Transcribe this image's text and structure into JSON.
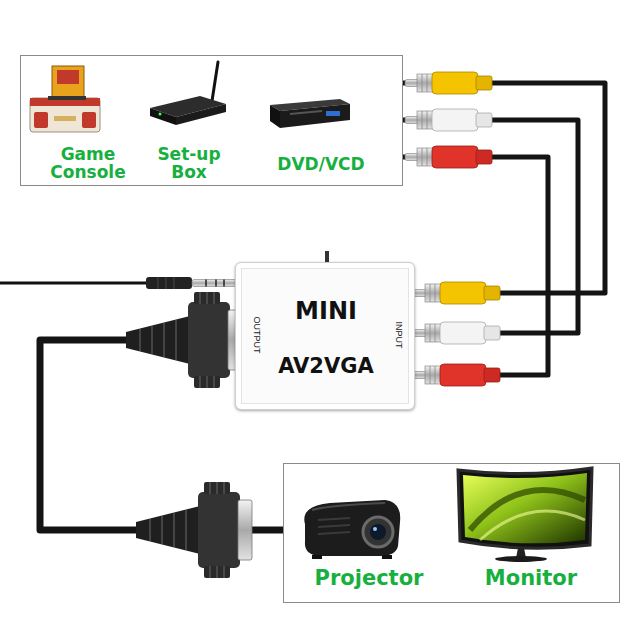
{
  "diagram": {
    "nodes": [
      {
        "text": [
          "Game Console",
          "Set-up Box",
          "DVD/VCD"
        ]
      },
      {
        "text": [
          "MINI",
          "AV2VGA",
          "OUTPUT",
          "INPUT"
        ]
      },
      {
        "text": [
          "Projector",
          "Monitor"
        ]
      }
    ],
    "edges": [
      {
        "from": 0,
        "to": 1,
        "arrow": "none"
      },
      {
        "from": 0,
        "to": 1,
        "arrow": "none"
      },
      {
        "from": 0,
        "to": 1,
        "arrow": "none"
      },
      {
        "from": 1,
        "to": 2,
        "arrow": "none"
      }
    ]
  }
}
